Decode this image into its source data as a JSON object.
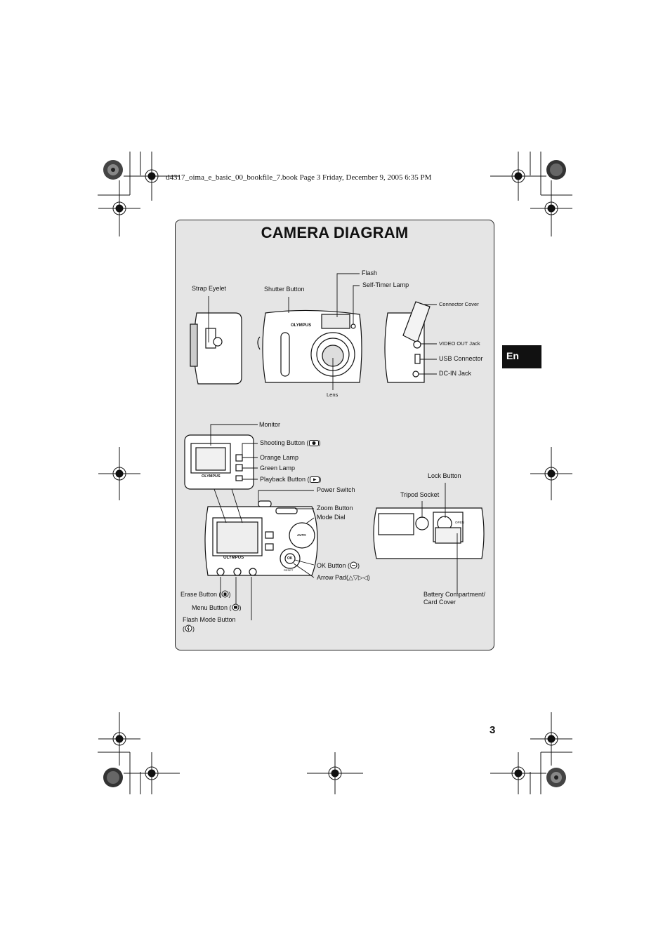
{
  "print_header": "d4317_oima_e_basic_00_bookfile_7.book  Page 3  Friday, December 9, 2005  6:35 PM",
  "title": "CAMERA DIAGRAM",
  "language_tab": "En",
  "page_number": "3",
  "labels": {
    "strap_eyelet": "Strap Eyelet",
    "shutter_button": "Shutter Button",
    "flash": "Flash",
    "self_timer_lamp": "Self-Timer Lamp",
    "connector_cover": "Connector Cover",
    "video_out_jack": "VIDEO OUT Jack",
    "usb_connector": "USB Connector",
    "dc_in_jack": "DC-IN Jack",
    "lens": "Lens",
    "monitor": "Monitor",
    "shooting_button_prefix": "Shooting Button (",
    "orange_lamp": "Orange Lamp",
    "green_lamp": "Green Lamp",
    "playback_button_prefix": "Playback Button (",
    "power_switch": "Power Switch",
    "zoom_button": "Zoom Button",
    "mode_dial": "Mode Dial",
    "ok_button_prefix": "OK Button (",
    "arrow_pad_prefix": "Arrow Pad(",
    "erase_button_prefix": "Erase Button (",
    "menu_button_prefix": "Menu Button (",
    "flash_mode_button": "Flash Mode Button",
    "lock_button": "Lock Button",
    "tripod_socket": "Tripod Socket",
    "battery_compartment_line1": "Battery Compartment/",
    "battery_compartment_line2": "Card Cover",
    "close_paren": ")",
    "arrow_pad_symbols": "△▽▷◁"
  },
  "camera_text": {
    "brand": "OLYMPUS",
    "dial_auto": "AUTO",
    "ok": "OK",
    "reset": "RESET",
    "open": "OPEN"
  },
  "icons": {
    "shooting": "camera-icon",
    "playback": "playback-icon",
    "erase": "trash-icon",
    "menu": "menu-icon",
    "flash_mode": "flash-icon",
    "ok": "ok-icon"
  }
}
